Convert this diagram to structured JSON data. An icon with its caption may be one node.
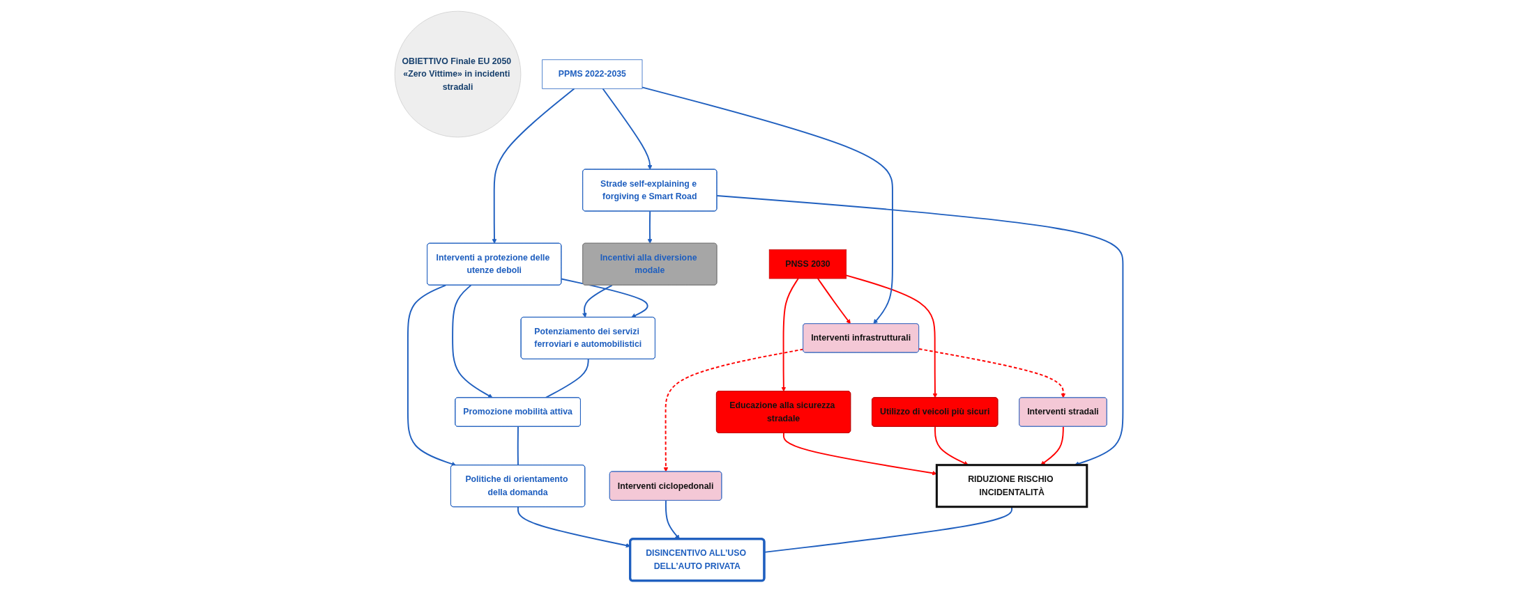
{
  "diagram": {
    "nodes": [
      {
        "text": [
          "PNSS 2030"
        ]
      },
      {
        "text": [
          "PPMS 2022-2035"
        ]
      },
      {
        "text": [
          "Educazione alla sicurezza stradale"
        ]
      },
      {
        "text": [
          "Utilizzo di veicoli più sicuri"
        ]
      },
      {
        "text": [
          "Interventi infrastrutturali"
        ]
      },
      {
        "text": [
          "Strade self-explaining e forgiving e Smart Road"
        ]
      },
      {
        "text": [
          "Interventi a protezione delle utenze deboli"
        ]
      },
      {
        "text": [
          "Interventi ciclopedonali"
        ]
      },
      {
        "text": [
          "Interventi stradali"
        ]
      },
      {
        "text": [
          "Incentivi alla diversione modale"
        ]
      },
      {
        "text": [
          "Potenziamento dei servizi ferroviari e automobilistici"
        ]
      },
      {
        "text": [
          "Promozione mobilità attiva"
        ]
      },
      {
        "text": [
          "Politiche di orientamento della domanda"
        ]
      },
      {
        "text": [
          "RIDUZIONE RISCHIO INCIDENTALITÀ"
        ]
      },
      {
        "text": [
          "DISINCENTIVO ALL’USO DELL’AUTO PRIVATA"
        ]
      },
      {
        "text": [
          "OBIETTIVO Finale EU 2050 «Zero Vittime» in incidenti stradali"
        ]
      }
    ],
    "edges": [
      {
        "from": 0,
        "to": 2,
        "arrow": "to",
        "color": "#ff0000"
      },
      {
        "from": 0,
        "to": 3,
        "arrow": "to",
        "color": "#ff0000"
      },
      {
        "from": 0,
        "to": 4,
        "arrow": "to",
        "color": "#ff0000"
      },
      {
        "from": 1,
        "to": 4,
        "arrow": "to"
      },
      {
        "from": 1,
        "to": 5,
        "arrow": "to"
      },
      {
        "from": 1,
        "to": 6,
        "arrow": "to"
      },
      {
        "from": 4,
        "to": 7,
        "arrow": "to",
        "style": "dashed",
        "color": "#ff0000"
      },
      {
        "from": 4,
        "to": 8,
        "arrow": "to",
        "style": "dashed",
        "color": "#ff0000"
      },
      {
        "from": 5,
        "to": 9,
        "arrow": "to"
      },
      {
        "from": 9,
        "to": 10,
        "arrow": "to"
      },
      {
        "from": 6,
        "to": 10,
        "arrow": "to"
      },
      {
        "from": 6,
        "to": 11,
        "arrow": "to"
      },
      {
        "from": 6,
        "to": 12,
        "arrow": "to"
      },
      {
        "from": 10,
        "to": 11,
        "arrow": "none"
      },
      {
        "from": 11,
        "to": 12,
        "arrow": "none"
      },
      {
        "from": 12,
        "to": 14,
        "arrow": "to"
      },
      {
        "from": 2,
        "to": 13,
        "arrow": "to",
        "color": "#ff0000"
      },
      {
        "from": 3,
        "to": 13,
        "arrow": "to",
        "color": "#ff0000"
      },
      {
        "from": 8,
        "to": 13,
        "arrow": "to",
        "color": "#ff0000"
      },
      {
        "from": 7,
        "to": 14,
        "arrow": "to"
      },
      {
        "from": 5,
        "to": 13,
        "arrow": "to"
      },
      {
        "from": 13,
        "to": 14,
        "arrow": "none"
      }
    ]
  }
}
